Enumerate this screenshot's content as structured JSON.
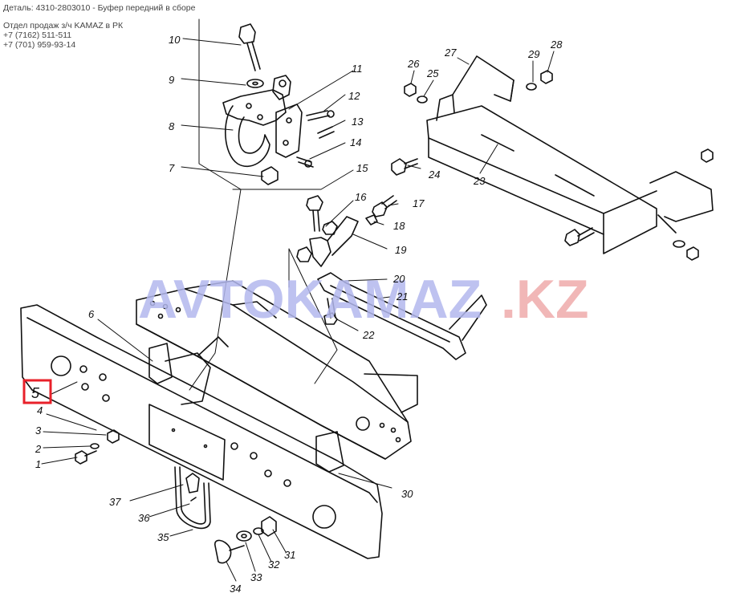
{
  "header": {
    "part_line": "Деталь: 4310-2803010 - Буфер передний в сборе",
    "dept_line": "Отдел продаж з/ч KAMAZ в РК",
    "phone1": "+7 (7162) 511-511",
    "phone2": "+7 (701) 959-93-14"
  },
  "watermark": {
    "text_main": "AVTOKAMAZ",
    "text_domain": ".KZ",
    "color_main": "#b3b8ee",
    "color_domain": "#f0b0b0"
  },
  "highlight": {
    "part_number": "5",
    "color": "#e8202a"
  },
  "callouts": {
    "c1": "1",
    "c2": "2",
    "c3": "3",
    "c4": "4",
    "c5": "5",
    "c6": "6",
    "c7": "7",
    "c8": "8",
    "c9": "9",
    "c10": "10",
    "c11": "11",
    "c12": "12",
    "c13": "13",
    "c14": "14",
    "c15": "15",
    "c16": "16",
    "c17": "17",
    "c18": "18",
    "c19": "19",
    "c20": "20",
    "c21": "21",
    "c22": "22",
    "c23": "23",
    "c24": "24",
    "c25": "25",
    "c26": "26",
    "c27": "27",
    "c28": "28",
    "c29": "29",
    "c30": "30",
    "c31": "31",
    "c32": "32",
    "c33": "33",
    "c34": "34",
    "c35": "35",
    "c36": "36",
    "c37": "37"
  }
}
